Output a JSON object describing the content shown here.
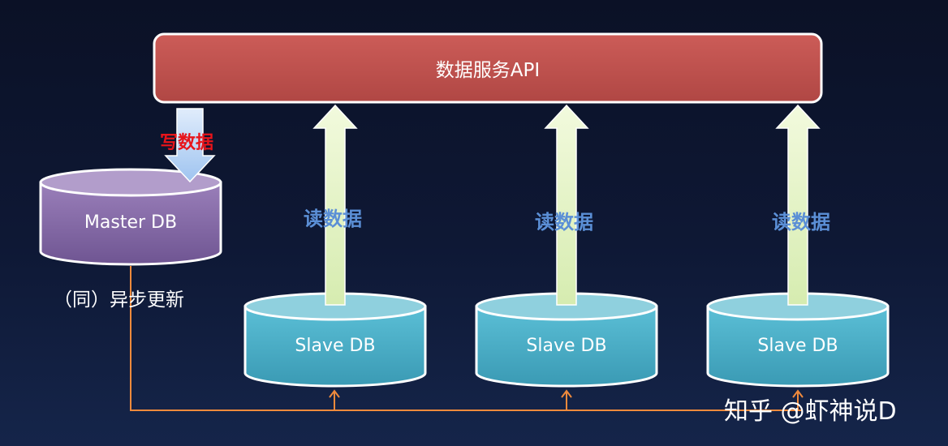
{
  "api": {
    "label": "数据服务API"
  },
  "master": {
    "label": "Master DB",
    "write_label": "写数据",
    "sync_label": "（同）异步更新"
  },
  "slaves": [
    {
      "label": "Slave DB",
      "read_label": "读数据"
    },
    {
      "label": "Slave DB",
      "read_label": "读数据"
    },
    {
      "label": "Slave DB",
      "read_label": "读数据"
    }
  ],
  "watermark": {
    "text": "知乎 @虾神说D"
  },
  "colors": {
    "api_fill": "#c0504d",
    "master_fill": "#8064a2",
    "slave_fill": "#4bacc6",
    "read_arrow": "#e4f4b8",
    "write_arrow": "#c6dcf8",
    "sync_line": "#f08a3c",
    "read_text": "#5b8fd6",
    "write_text": "#e8141a"
  }
}
